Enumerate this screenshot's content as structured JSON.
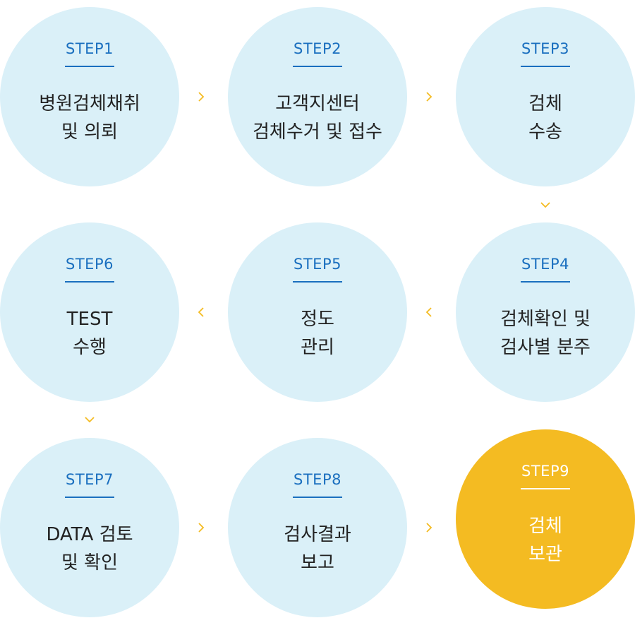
{
  "colors": {
    "circle": "#daf0f8",
    "highlight": "#f4bb22",
    "step_label": "#1a6fbf",
    "arrow": "#f4bb22"
  },
  "steps": [
    {
      "label": "STEP1",
      "title": [
        "병원검체채취",
        "및 의뢰"
      ]
    },
    {
      "label": "STEP2",
      "title": [
        "고객지센터",
        "검체수거 및 접수"
      ]
    },
    {
      "label": "STEP3",
      "title": [
        "검체",
        "수송"
      ]
    },
    {
      "label": "STEP4",
      "title": [
        "검체확인 및",
        "검사별 분주"
      ]
    },
    {
      "label": "STEP5",
      "title": [
        "정도",
        "관리"
      ]
    },
    {
      "label": "STEP6",
      "title": [
        "TEST",
        "수행"
      ]
    },
    {
      "label": "STEP7",
      "title": [
        "DATA 검토",
        "및 확인"
      ]
    },
    {
      "label": "STEP8",
      "title": [
        "검사결과",
        "보고"
      ]
    },
    {
      "label": "STEP9",
      "title": [
        "검체",
        "보관"
      ]
    }
  ],
  "arrows": [
    "chevron-right-icon",
    "chevron-down-icon",
    "chevron-left-icon"
  ]
}
